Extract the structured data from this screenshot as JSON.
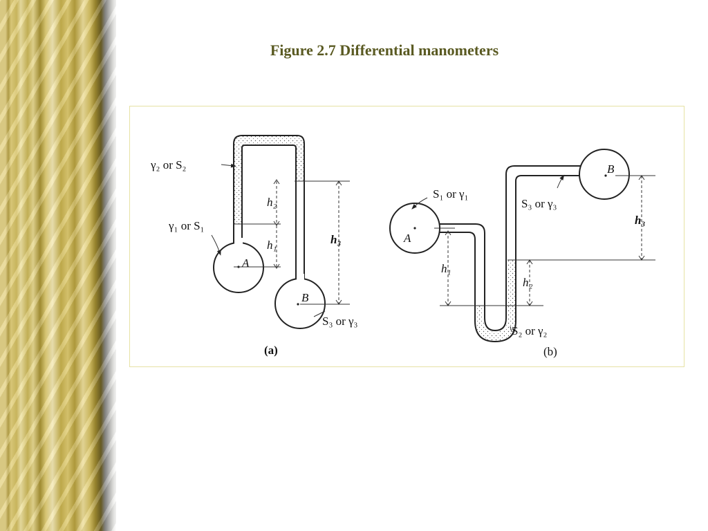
{
  "title": "Figure 2.7  Differential manometers",
  "diagram_a": {
    "caption": "(a)",
    "fluid_top": "γ₂ or S₂",
    "fluid_left": "γ₁ or S₁",
    "fluid_right": "S₃ or γ₃",
    "point_a": "A",
    "point_b": "B",
    "h1": "h₁",
    "h2": "h₂",
    "h3": "h₃"
  },
  "diagram_b": {
    "caption": "(b)",
    "fluid_left": "S₁ or γ₁",
    "fluid_right": "S₃ or γ₃",
    "fluid_bottom": "S₂ or γ₂",
    "point_a": "A",
    "point_b": "B",
    "h1": "h₁",
    "h2": "h₂",
    "h3": "h₃"
  }
}
